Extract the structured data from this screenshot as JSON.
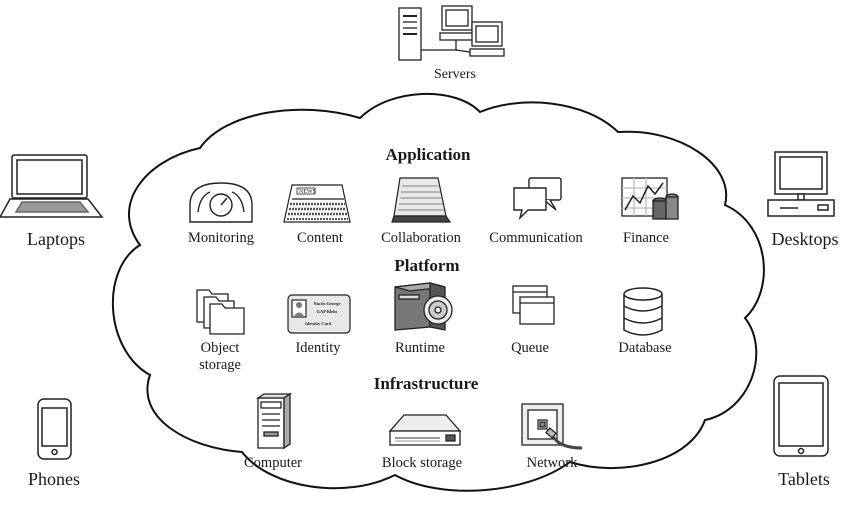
{
  "devices": {
    "servers": "Servers",
    "laptops": "Laptops",
    "desktops": "Desktops",
    "phones": "Phones",
    "tablets": "Tablets"
  },
  "cloud": {
    "application": {
      "title": "Application",
      "items": [
        "Monitoring",
        "Content",
        "Collaboration",
        "Communication",
        "Finance"
      ]
    },
    "platform": {
      "title": "Platform",
      "items": [
        "Object",
        "storage",
        "Identity",
        "Runtime",
        "Queue",
        "Database"
      ]
    },
    "infrastructure": {
      "title": "Infrastructure",
      "items": [
        "Computer",
        "Block storage",
        "Network"
      ]
    }
  },
  "icon_text": {
    "news": "NEWS",
    "id_line1": "Nactis George",
    "id_line2": "GAP Blehs",
    "id_line3": "Identity Card"
  }
}
